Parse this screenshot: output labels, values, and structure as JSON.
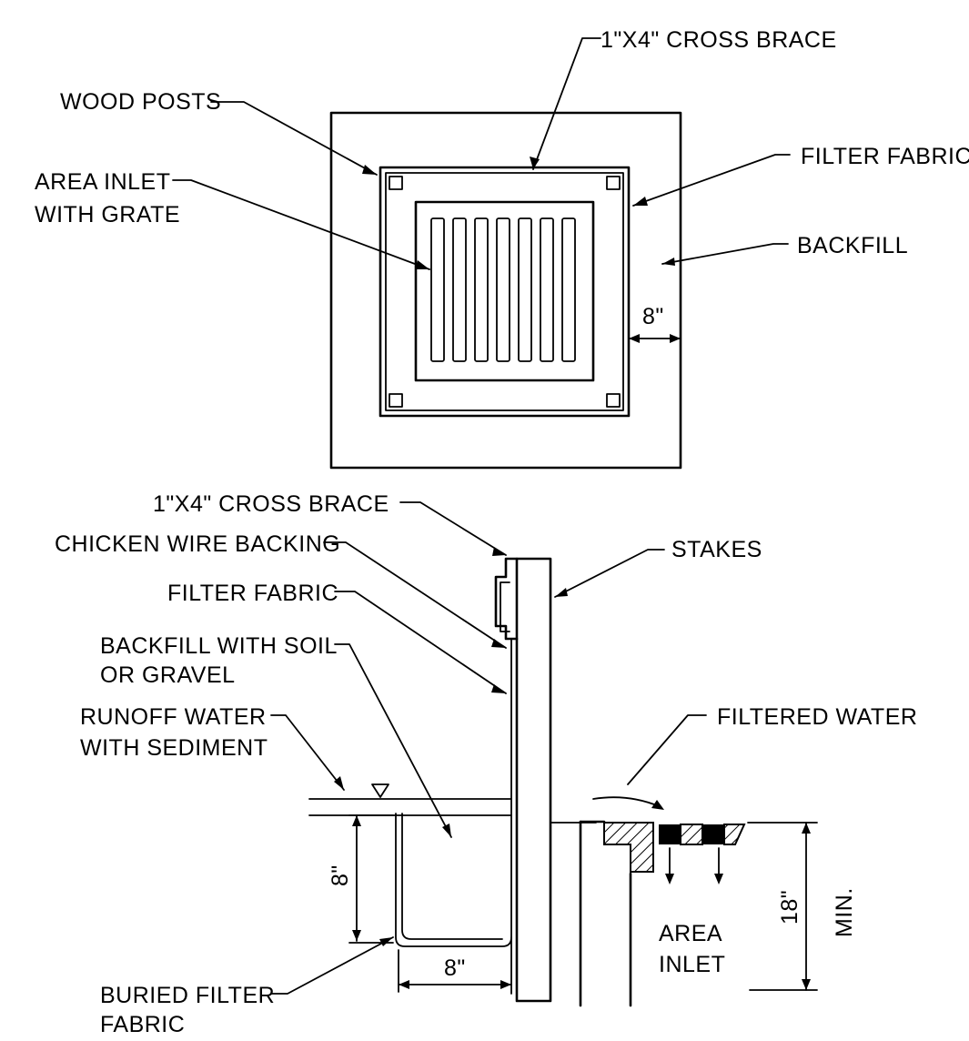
{
  "plan_view": {
    "labels": {
      "cross_brace": "1\"X4\" CROSS BRACE",
      "wood_posts": "WOOD POSTS",
      "area_inlet_line1": "AREA INLET",
      "area_inlet_line2": "WITH GRATE",
      "filter_fabric": "FILTER FABRIC",
      "backfill": "BACKFILL",
      "dimension": "8\""
    }
  },
  "section_view": {
    "labels": {
      "cross_brace": "1\"X4\" CROSS BRACE",
      "chicken_wire": "CHICKEN WIRE BACKING",
      "filter_fabric": "FILTER FABRIC",
      "backfill_line1": "BACKFILL WITH SOIL",
      "backfill_line2": "OR GRAVEL",
      "runoff_line1": "RUNOFF WATER",
      "runoff_line2": "WITH SEDIMENT",
      "stakes": "STAKES",
      "filtered_water": "FILTERED WATER",
      "buried_line1": "BURIED FILTER",
      "buried_line2": "FABRIC",
      "area_inlet_line1": "AREA",
      "area_inlet_line2": "INLET",
      "dim_vertical": "8\"",
      "dim_horizontal": "8\"",
      "dim_depth": "18\"",
      "dim_min": "MIN."
    }
  }
}
